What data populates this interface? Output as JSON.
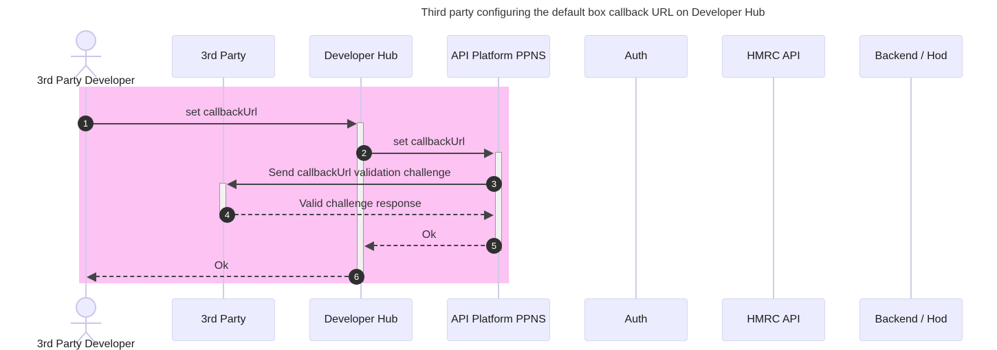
{
  "title": "Third party configuring the default box callback URL on Developer Hub",
  "colors": {
    "highlight_rect": "#fcc3f3",
    "actor_fill": "#ececff",
    "actor_border": "#d6d6ef",
    "lifeline": "#d0cbe8",
    "person": "#ccc5ea",
    "activation_fill": "#f2f2f2",
    "activation_border": "#999999",
    "arrow": "#444444",
    "badge_bg": "#2f2f2f",
    "badge_text": "#ffffff"
  },
  "actors": [
    {
      "id": "third-party-developer",
      "label": "3rd Party Developer",
      "type": "actor"
    },
    {
      "id": "third-party",
      "label": "3rd Party",
      "type": "participant"
    },
    {
      "id": "developer-hub",
      "label": "Developer Hub",
      "type": "participant"
    },
    {
      "id": "api-platform-ppns",
      "label": "API Platform PPNS",
      "type": "participant"
    },
    {
      "id": "auth",
      "label": "Auth",
      "type": "participant"
    },
    {
      "id": "hmrc-api",
      "label": "HMRC API",
      "type": "participant"
    },
    {
      "id": "backend-hod",
      "label": "Backend / Hod",
      "type": "participant"
    }
  ],
  "messages": [
    {
      "seq": "1",
      "label": "set callbackUrl",
      "from": "3rd Party Developer",
      "to": "Developer Hub",
      "line": "solid"
    },
    {
      "seq": "2",
      "label": "set callbackUrl",
      "from": "Developer Hub",
      "to": "API Platform PPNS",
      "line": "solid"
    },
    {
      "seq": "3",
      "label": "Send callbackUrl validation challenge",
      "from": "API Platform PPNS",
      "to": "3rd Party",
      "line": "solid"
    },
    {
      "seq": "4",
      "label": "Valid challenge response",
      "from": "3rd Party",
      "to": "API Platform PPNS",
      "line": "dashed"
    },
    {
      "seq": "5",
      "label": "Ok",
      "from": "API Platform PPNS",
      "to": "Developer Hub",
      "line": "dashed"
    },
    {
      "seq": "6",
      "label": "Ok",
      "from": "Developer Hub",
      "to": "3rd Party Developer",
      "line": "dashed"
    }
  ]
}
